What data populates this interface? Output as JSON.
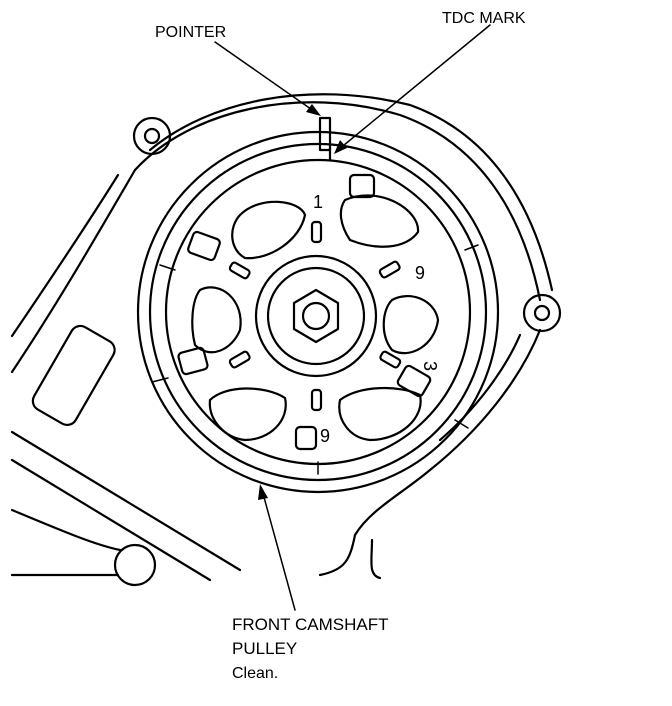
{
  "labels": {
    "pointer": "POINTER",
    "tdc_mark": "TDC MARK",
    "pulley_line1": "FRONT CAMSHAFT",
    "pulley_line2": "PULLEY",
    "pulley_note": "Clean."
  },
  "pulley_marks": {
    "mark_1": "1",
    "mark_6": "6",
    "mark_3": "3",
    "mark_9": "9"
  },
  "colors": {
    "ink": "#000000",
    "paper": "#ffffff"
  }
}
